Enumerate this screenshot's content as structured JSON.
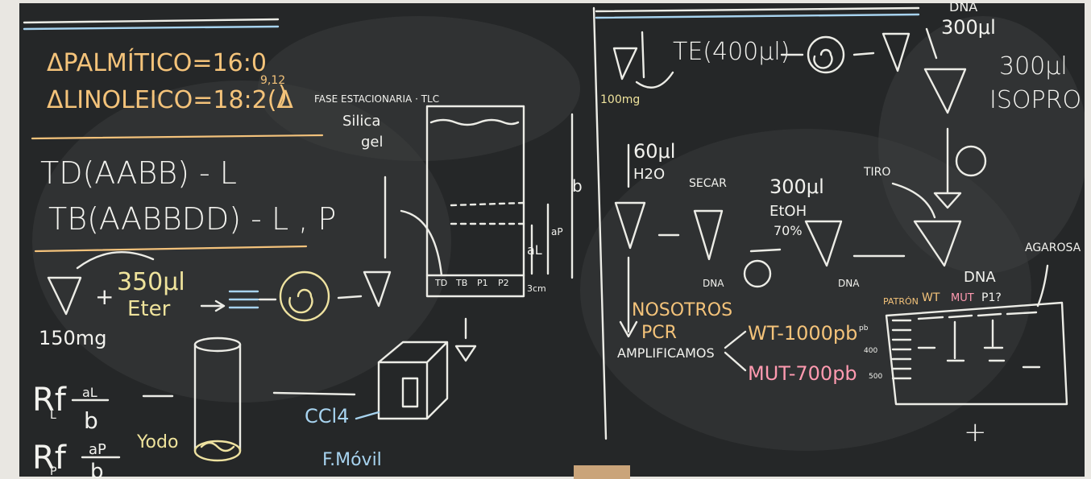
{
  "left_panel": {
    "palmitico": "ΔPALMÍTICO=16:0",
    "linoleico": "ΔLINOLEICO=18:2(Δ",
    "linoleico_sup": "9,12",
    "linoleico_close": ")",
    "td": "TD(AABB) - L",
    "tb": "TB(AABBDD) - L , P",
    "amount_150": "150mg",
    "amount_350": "350μl",
    "eter": "Eter",
    "rf_l_num": "aL",
    "rf_l": "Rf",
    "rf_l_sub": "L",
    "rf_l_den": "b",
    "rf_p": "Rf",
    "rf_p_sub": "P",
    "rf_p_num": "aP",
    "rf_p_den": "b",
    "yodo": "Yodo",
    "ccl4": "CCl4",
    "f_movil": "F.Móvil"
  },
  "tlc": {
    "fase": "FASE ESTACIONARIA · TLC",
    "silica": "Silica",
    "gel": "gel",
    "lanes": [
      "TD",
      "TB",
      "P1",
      "P2"
    ],
    "cm": "3cm",
    "a_l": "aL",
    "a_p": "aP",
    "b": "b"
  },
  "right_panel": {
    "te": "TE(400μl)",
    "mg100": "100mg",
    "dna_top": "DNA",
    "ul300_top": "300μl",
    "ul300": "300μl",
    "isopro": "ISOPRO",
    "ul60": "60μl",
    "h2o": "H2O",
    "secar": "SECAR",
    "ul300_etoh": "300μl",
    "etoh": "EtOH",
    "pct70": "70%",
    "tiro": "TIRO",
    "dna1": "DNA",
    "dna2": "DNA",
    "dna3": "DNA",
    "agarosa": "AGAROSA",
    "nosotros": "NOSOTROS",
    "pcr": "PCR",
    "amplificamos": "AMPLIFICAMOS",
    "wt": "WT-1000pb",
    "mut": "MUT-700pb",
    "gel_labels": [
      "PATRÓN",
      "WT",
      "MUT",
      "P1?"
    ],
    "pb": "pb",
    "pb400": "400",
    "pb500": "500",
    "plus": "+"
  },
  "colors": {
    "board": "#232526",
    "chalk": "#f2f2ee",
    "yellow": "#efe39c",
    "orange": "#f4c37a",
    "pink": "#ff9ab0",
    "blue": "#a7d3ef"
  }
}
